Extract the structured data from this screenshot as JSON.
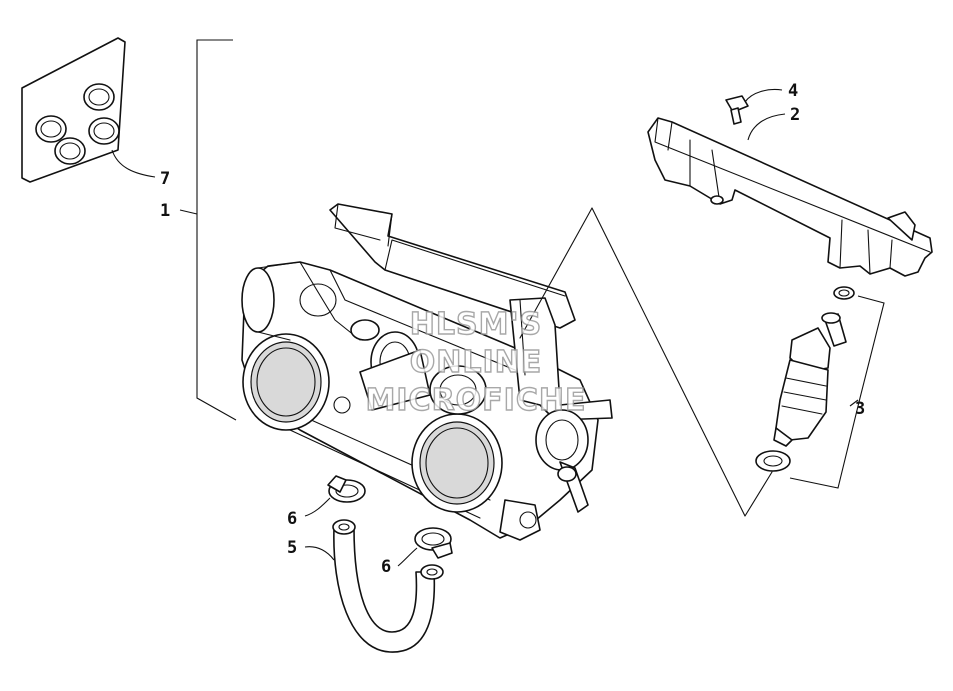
{
  "diagram": {
    "callouts": {
      "c1": "1",
      "c2": "2",
      "c3": "3",
      "c4": "4",
      "c5": "5",
      "c6a": "6",
      "c6b": "6",
      "c7": "7"
    },
    "watermark": {
      "line1": "HLSM'S",
      "line2": "ONLINE",
      "line3": "MICROFICHE"
    }
  }
}
